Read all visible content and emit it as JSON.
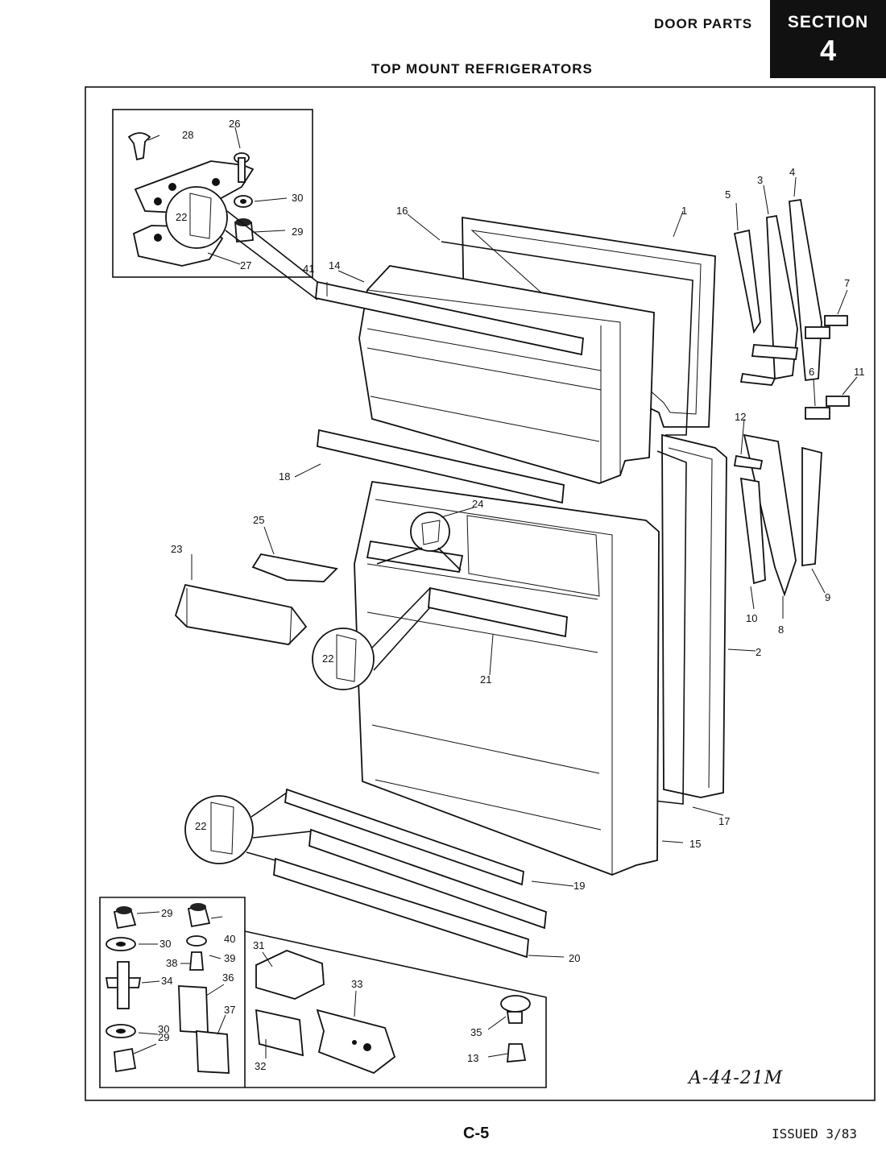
{
  "header": {
    "title": "DOOR PARTS",
    "subtitle": "TOP MOUNT REFRIGERATORS",
    "section_label": "SECTION",
    "section_number": "4"
  },
  "footer": {
    "page": "C-5",
    "issued": "ISSUED 3/83",
    "drawing_number": "A-44-21M"
  },
  "callouts": {
    "c1": "1",
    "c2": "2",
    "c3": "3",
    "c4": "4",
    "c5": "5",
    "c6": "6",
    "c7": "7",
    "c8": "8",
    "c9": "9",
    "c10": "10",
    "c11": "11",
    "c12": "12",
    "c13": "13",
    "c14": "14",
    "c15": "15",
    "c16": "16",
    "c17": "17",
    "c18": "18",
    "c19": "19",
    "c20": "20",
    "c21": "21",
    "c22": "22",
    "c23": "23",
    "c24": "24",
    "c25": "25",
    "c26": "26",
    "c27": "27",
    "c28": "28",
    "c29": "29",
    "c30": "30",
    "c31": "31",
    "c32": "32",
    "c33": "33",
    "c34": "34",
    "c35": "35",
    "c36": "36",
    "c37": "37",
    "c38": "38",
    "c39": "39",
    "c40": "40",
    "c41": "41"
  }
}
